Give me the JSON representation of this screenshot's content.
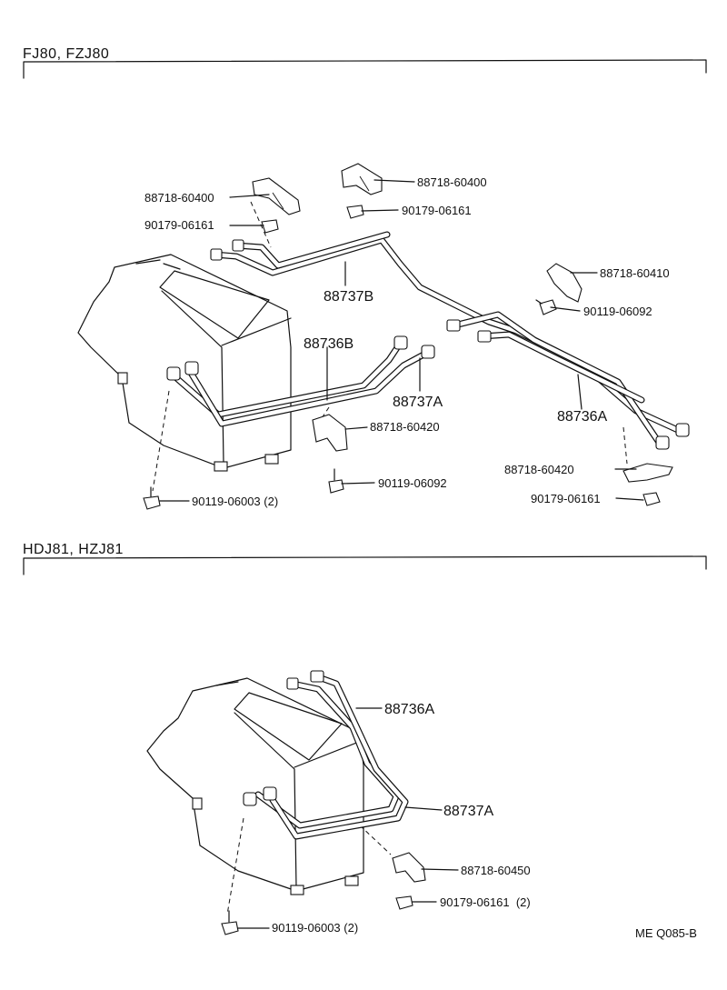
{
  "sections": [
    {
      "title": "FJ80, FZJ80",
      "labels": [
        "88718-60400",
        "90179-06161",
        "88718-60400",
        "90179-06161",
        "88737B",
        "88718-60410",
        "90119-06092",
        "88736B",
        "88737A",
        "88736A",
        "88718-60420",
        "90119-06092",
        "88718-60420",
        "90179-06161",
        "90119-06003 (2)"
      ]
    },
    {
      "title": "HDJ81, HZJ81",
      "labels": [
        "88736A",
        "88737A",
        "88718-60450",
        "90179-06161  (2)",
        "90119-06003 (2)"
      ]
    }
  ],
  "figure_code": "ME Q085-B"
}
